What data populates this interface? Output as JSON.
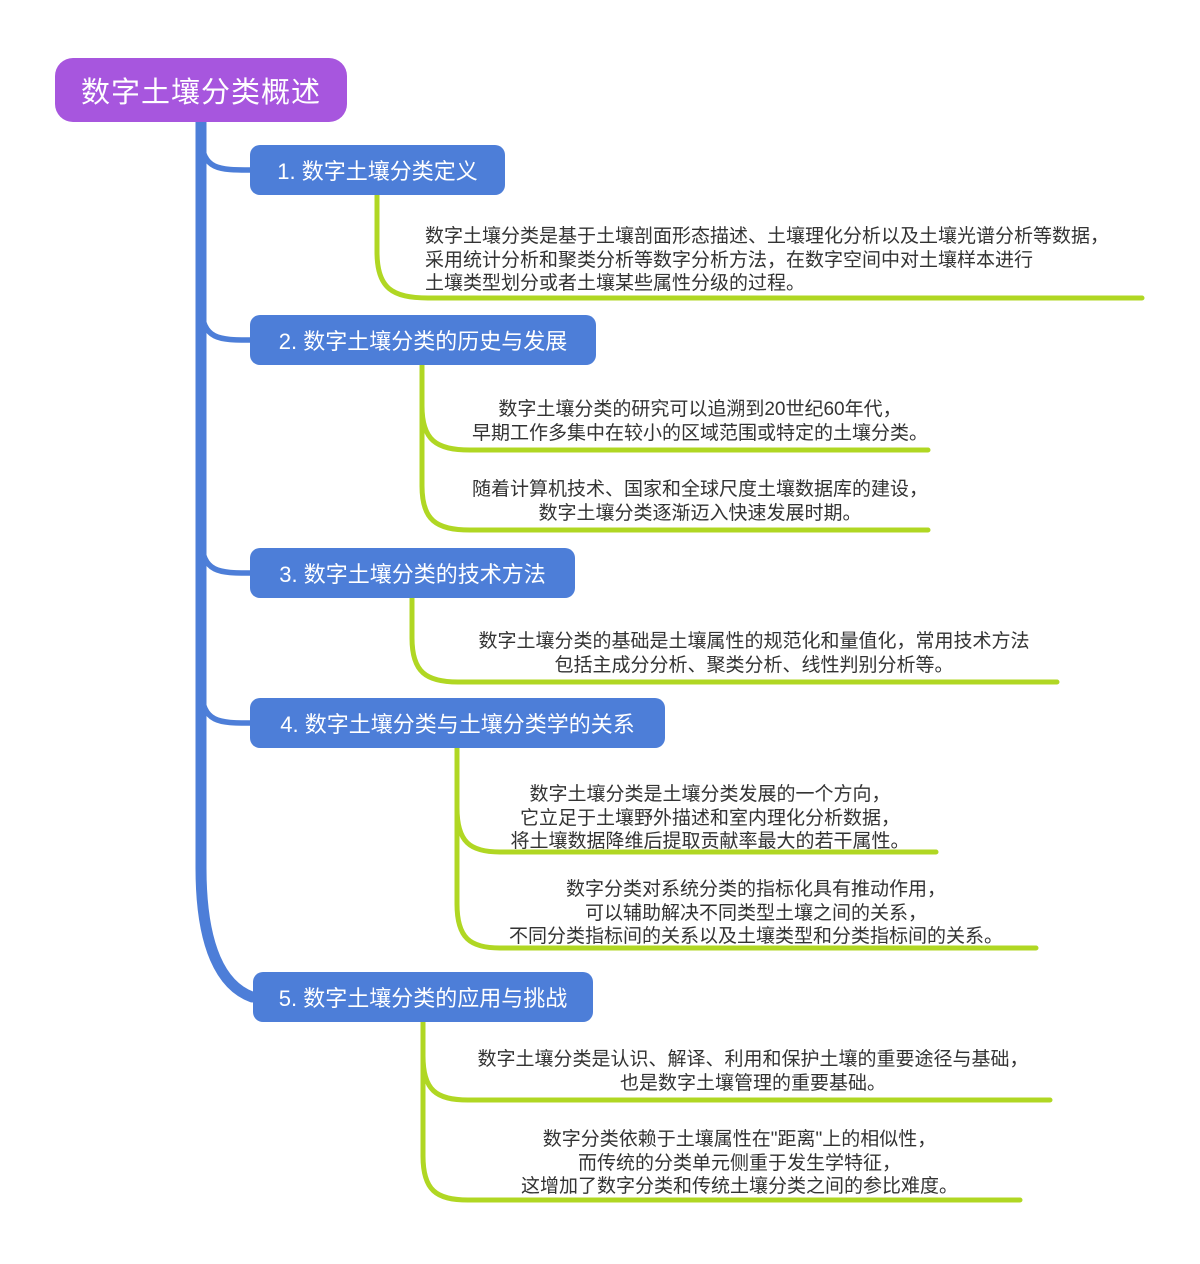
{
  "colors": {
    "bg": "#ffffff",
    "root": "#a756de",
    "branch": "#4d7ed8",
    "line_blue": "#4d7ed8",
    "line_green": "#b0d723",
    "text": "#333333"
  },
  "root": {
    "label": "数字土壤分类概述"
  },
  "branches": [
    {
      "label": "1. 数字土壤分类定义",
      "leaves": [
        {
          "text": "数字土壤分类是基于土壤剖面形态描述、土壤理化分析以及土壤光谱分析等数据，\n采用统计分析和聚类分析等数字分析方法，在数字空间中对土壤样本进行\n土壤类型划分或者土壤某些属性分级的过程。"
        }
      ]
    },
    {
      "label": "2. 数字土壤分类的历史与发展",
      "leaves": [
        {
          "text": "数字土壤分类的研究可以追溯到20世纪60年代，\n早期工作多集中在较小的区域范围或特定的土壤分类。"
        },
        {
          "text": "随着计算机技术、国家和全球尺度土壤数据库的建设，\n数字土壤分类逐渐迈入快速发展时期。"
        }
      ]
    },
    {
      "label": "3. 数字土壤分类的技术方法",
      "leaves": [
        {
          "text": "数字土壤分类的基础是土壤属性的规范化和量值化，常用技术方法\n包括主成分分析、聚类分析、线性判别分析等。"
        }
      ]
    },
    {
      "label": "4. 数字土壤分类与土壤分类学的关系",
      "leaves": [
        {
          "text": "数字土壤分类是土壤分类发展的一个方向，\n它立足于土壤野外描述和室内理化分析数据，\n将土壤数据降维后提取贡献率最大的若干属性。"
        },
        {
          "text": "数字分类对系统分类的指标化具有推动作用，\n可以辅助解决不同类型土壤之间的关系，\n不同分类指标间的关系以及土壤类型和分类指标间的关系。"
        }
      ]
    },
    {
      "label": "5. 数字土壤分类的应用与挑战",
      "leaves": [
        {
          "text": "数字土壤分类是认识、解译、利用和保护土壤的重要途径与基础，\n也是数字土壤管理的重要基础。"
        },
        {
          "text": "数字分类依赖于土壤属性在\"距离\"上的相似性，\n而传统的分类单元侧重于发生学特征，\n这增加了数字分类和传统土壤分类之间的参比难度。"
        }
      ]
    }
  ]
}
